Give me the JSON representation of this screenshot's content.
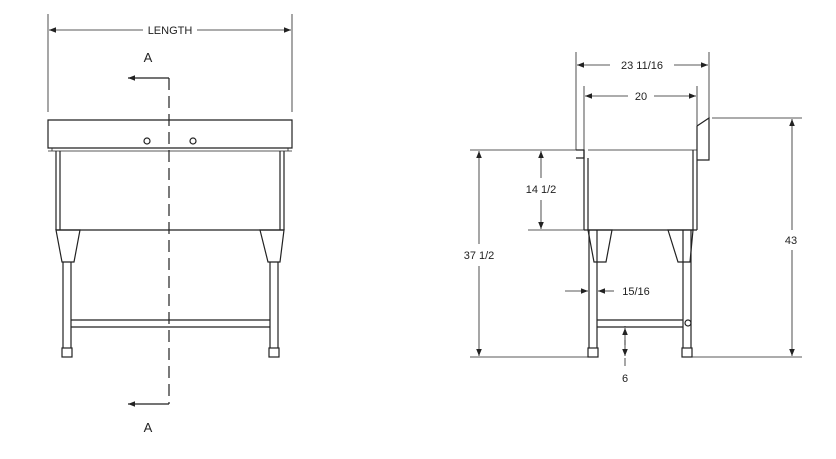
{
  "front_view": {
    "length_label": "LENGTH",
    "section_label_top": "A",
    "section_label_bottom": "A"
  },
  "side_view": {
    "overall_depth": "23 11/16",
    "bowl_depth": "20",
    "bowl_height": "14 1/2",
    "rim_height": "37 1/2",
    "overall_height": "43",
    "leg_offset": "15/16",
    "crossbar_height": "6"
  }
}
